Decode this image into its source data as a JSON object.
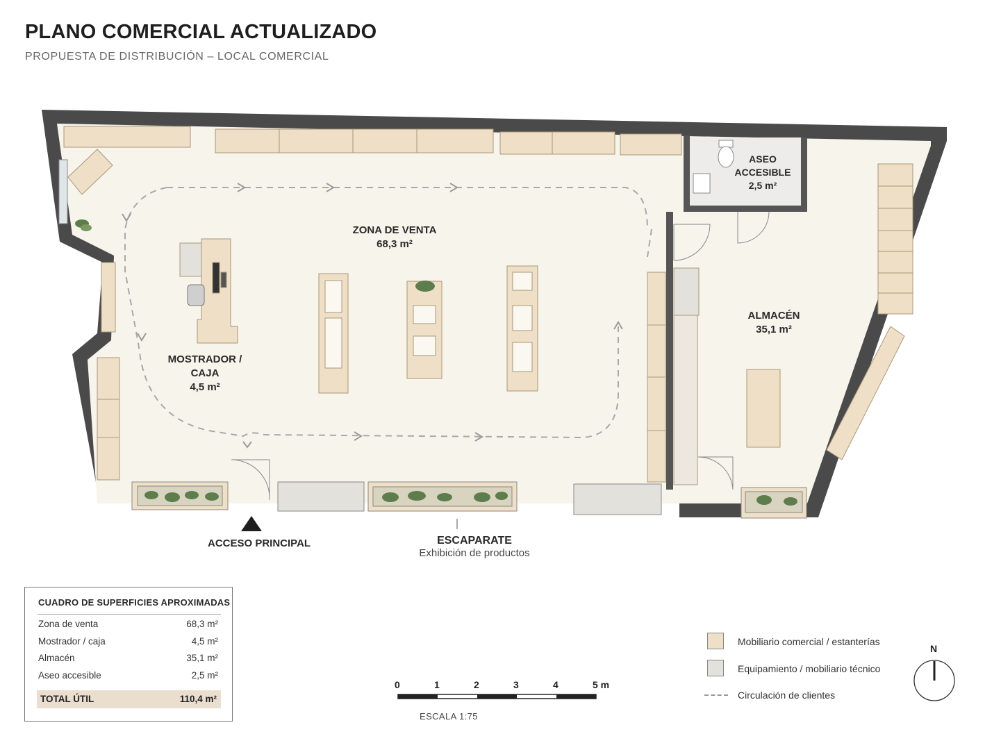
{
  "header": {
    "title": "PLANO COMERCIAL ACTUALIZADO",
    "subtitle": "PROPUESTA DE DISTRIBUCIÓN – LOCAL COMERCIAL"
  },
  "rooms": {
    "venta": {
      "name": "ZONA DE VENTA",
      "area": "68,3 m²"
    },
    "mostrador": {
      "name_1": "MOSTRADOR /",
      "name_2": "CAJA",
      "area": "4,5 m²"
    },
    "almacen": {
      "name": "ALMACÉN",
      "area": "35,1 m²"
    },
    "aseo": {
      "name_1": "ASEO",
      "name_2": "ACCESIBLE",
      "area": "2,5 m²"
    }
  },
  "access": {
    "label": "ACCESO PRINCIPAL"
  },
  "showcase": {
    "label": "ESCAPARATE",
    "sub": "Exhibición de productos"
  },
  "surfaces": {
    "heading": "CUADRO DE SUPERFICIES APROXIMADAS",
    "rows": [
      {
        "name": "Zona de venta",
        "value": "68,3 m²"
      },
      {
        "name": "Mostrador / caja",
        "value": "4,5 m²"
      },
      {
        "name": "Almacén",
        "value": "35,1 m²"
      },
      {
        "name": "Aseo accesible",
        "value": "2,5 m²"
      }
    ],
    "total_label": "TOTAL ÚTIL",
    "total_value": "110,4 m²"
  },
  "legend": {
    "items": [
      {
        "label": "Mobiliario comercial / estanterías",
        "color": "#eedfc6"
      },
      {
        "label": "Equipamiento / mobiliario técnico",
        "color": "#e3e1dc"
      },
      {
        "label": "Circulación de clientes",
        "color": "#999999"
      }
    ]
  },
  "scale": {
    "ticks": [
      "0",
      "1",
      "2",
      "3",
      "4",
      "5 m"
    ],
    "label": "ESCALA  1:75"
  },
  "north": {
    "label": "N"
  },
  "colors": {
    "wall": "#4a4a4a",
    "floor": "#f7f4ec",
    "furniture": "#eedfc6",
    "equipment": "#e3e1dc",
    "plant": "#5e7d4d"
  }
}
